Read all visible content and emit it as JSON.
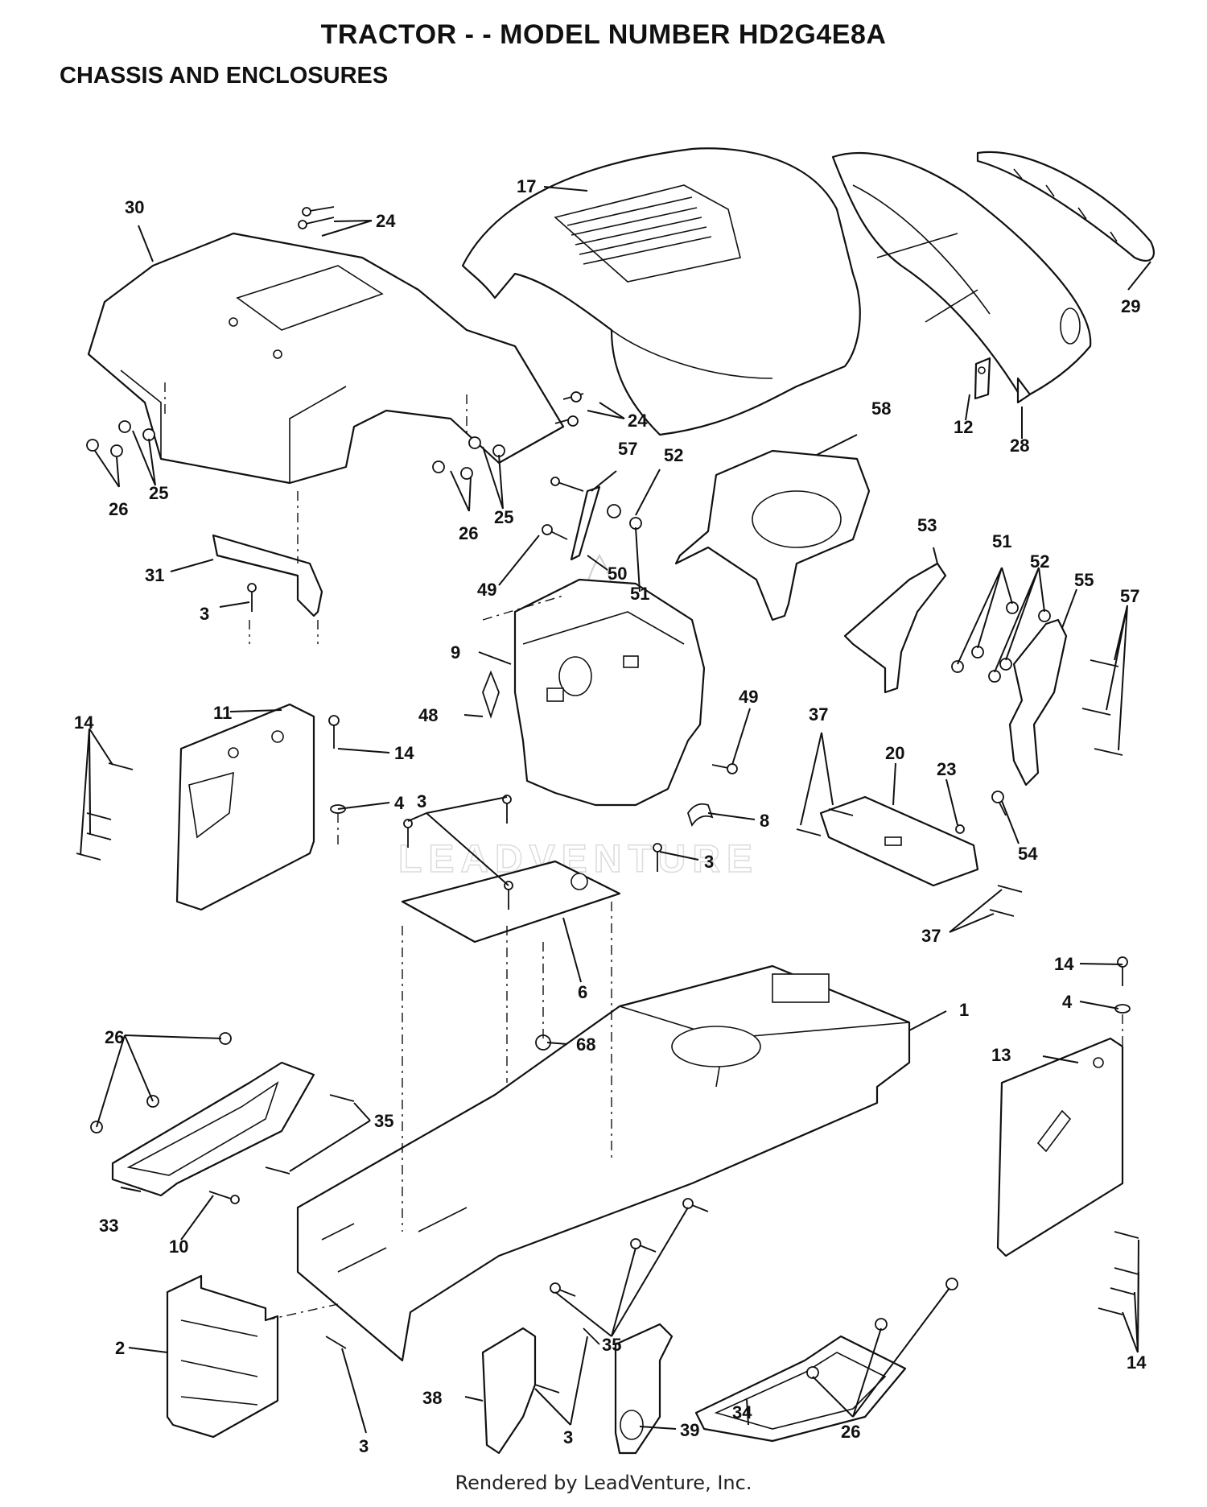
{
  "header": {
    "title": "TRACTOR - - MODEL NUMBER HD2G4E8A",
    "subtitle": "CHASSIS AND ENCLOSURES"
  },
  "footer": {
    "rendered_by": "Rendered by LeadVenture, Inc."
  },
  "watermark": {
    "text": "LEADVENTURE"
  },
  "callouts": [
    "17",
    "30",
    "24",
    "29",
    "12",
    "28",
    "24",
    "26",
    "25",
    "26",
    "25",
    "57",
    "52",
    "58",
    "49",
    "50",
    "51",
    "31",
    "3",
    "53",
    "51",
    "52",
    "55",
    "57",
    "9",
    "11",
    "14",
    "48",
    "49",
    "14",
    "4",
    "3",
    "37",
    "20",
    "23",
    "8",
    "3",
    "54",
    "37",
    "6",
    "14",
    "4",
    "68",
    "1",
    "13",
    "26",
    "35",
    "33",
    "10",
    "2",
    "38",
    "35",
    "3",
    "39",
    "34",
    "26",
    "3",
    "14"
  ]
}
